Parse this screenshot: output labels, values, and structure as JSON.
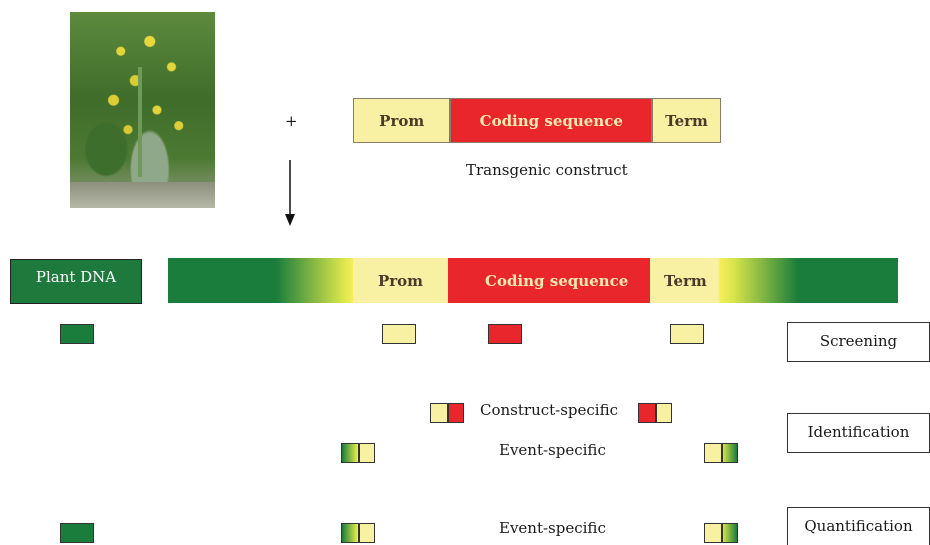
{
  "plus_sign": "+",
  "construct": {
    "prom": "Prom",
    "coding": "Coding sequence",
    "term": "Term",
    "caption": "Transgenic construct"
  },
  "plant_dna": {
    "label": "Plant DNA",
    "prom": "Prom",
    "coding": "Coding sequence",
    "term": "Term"
  },
  "methods": {
    "screening": "Screening",
    "identification": "Identification",
    "quantification": "Quantification"
  },
  "specificity": {
    "construct_specific": "Construct-specific",
    "event_specific_1": "Event-specific",
    "event_specific_2": "Event-specific"
  },
  "colors": {
    "plant_dna_green": "#1a7d3b",
    "promoter_terminator_yellow": "#f8f1a4",
    "coding_red": "#e8262c"
  }
}
